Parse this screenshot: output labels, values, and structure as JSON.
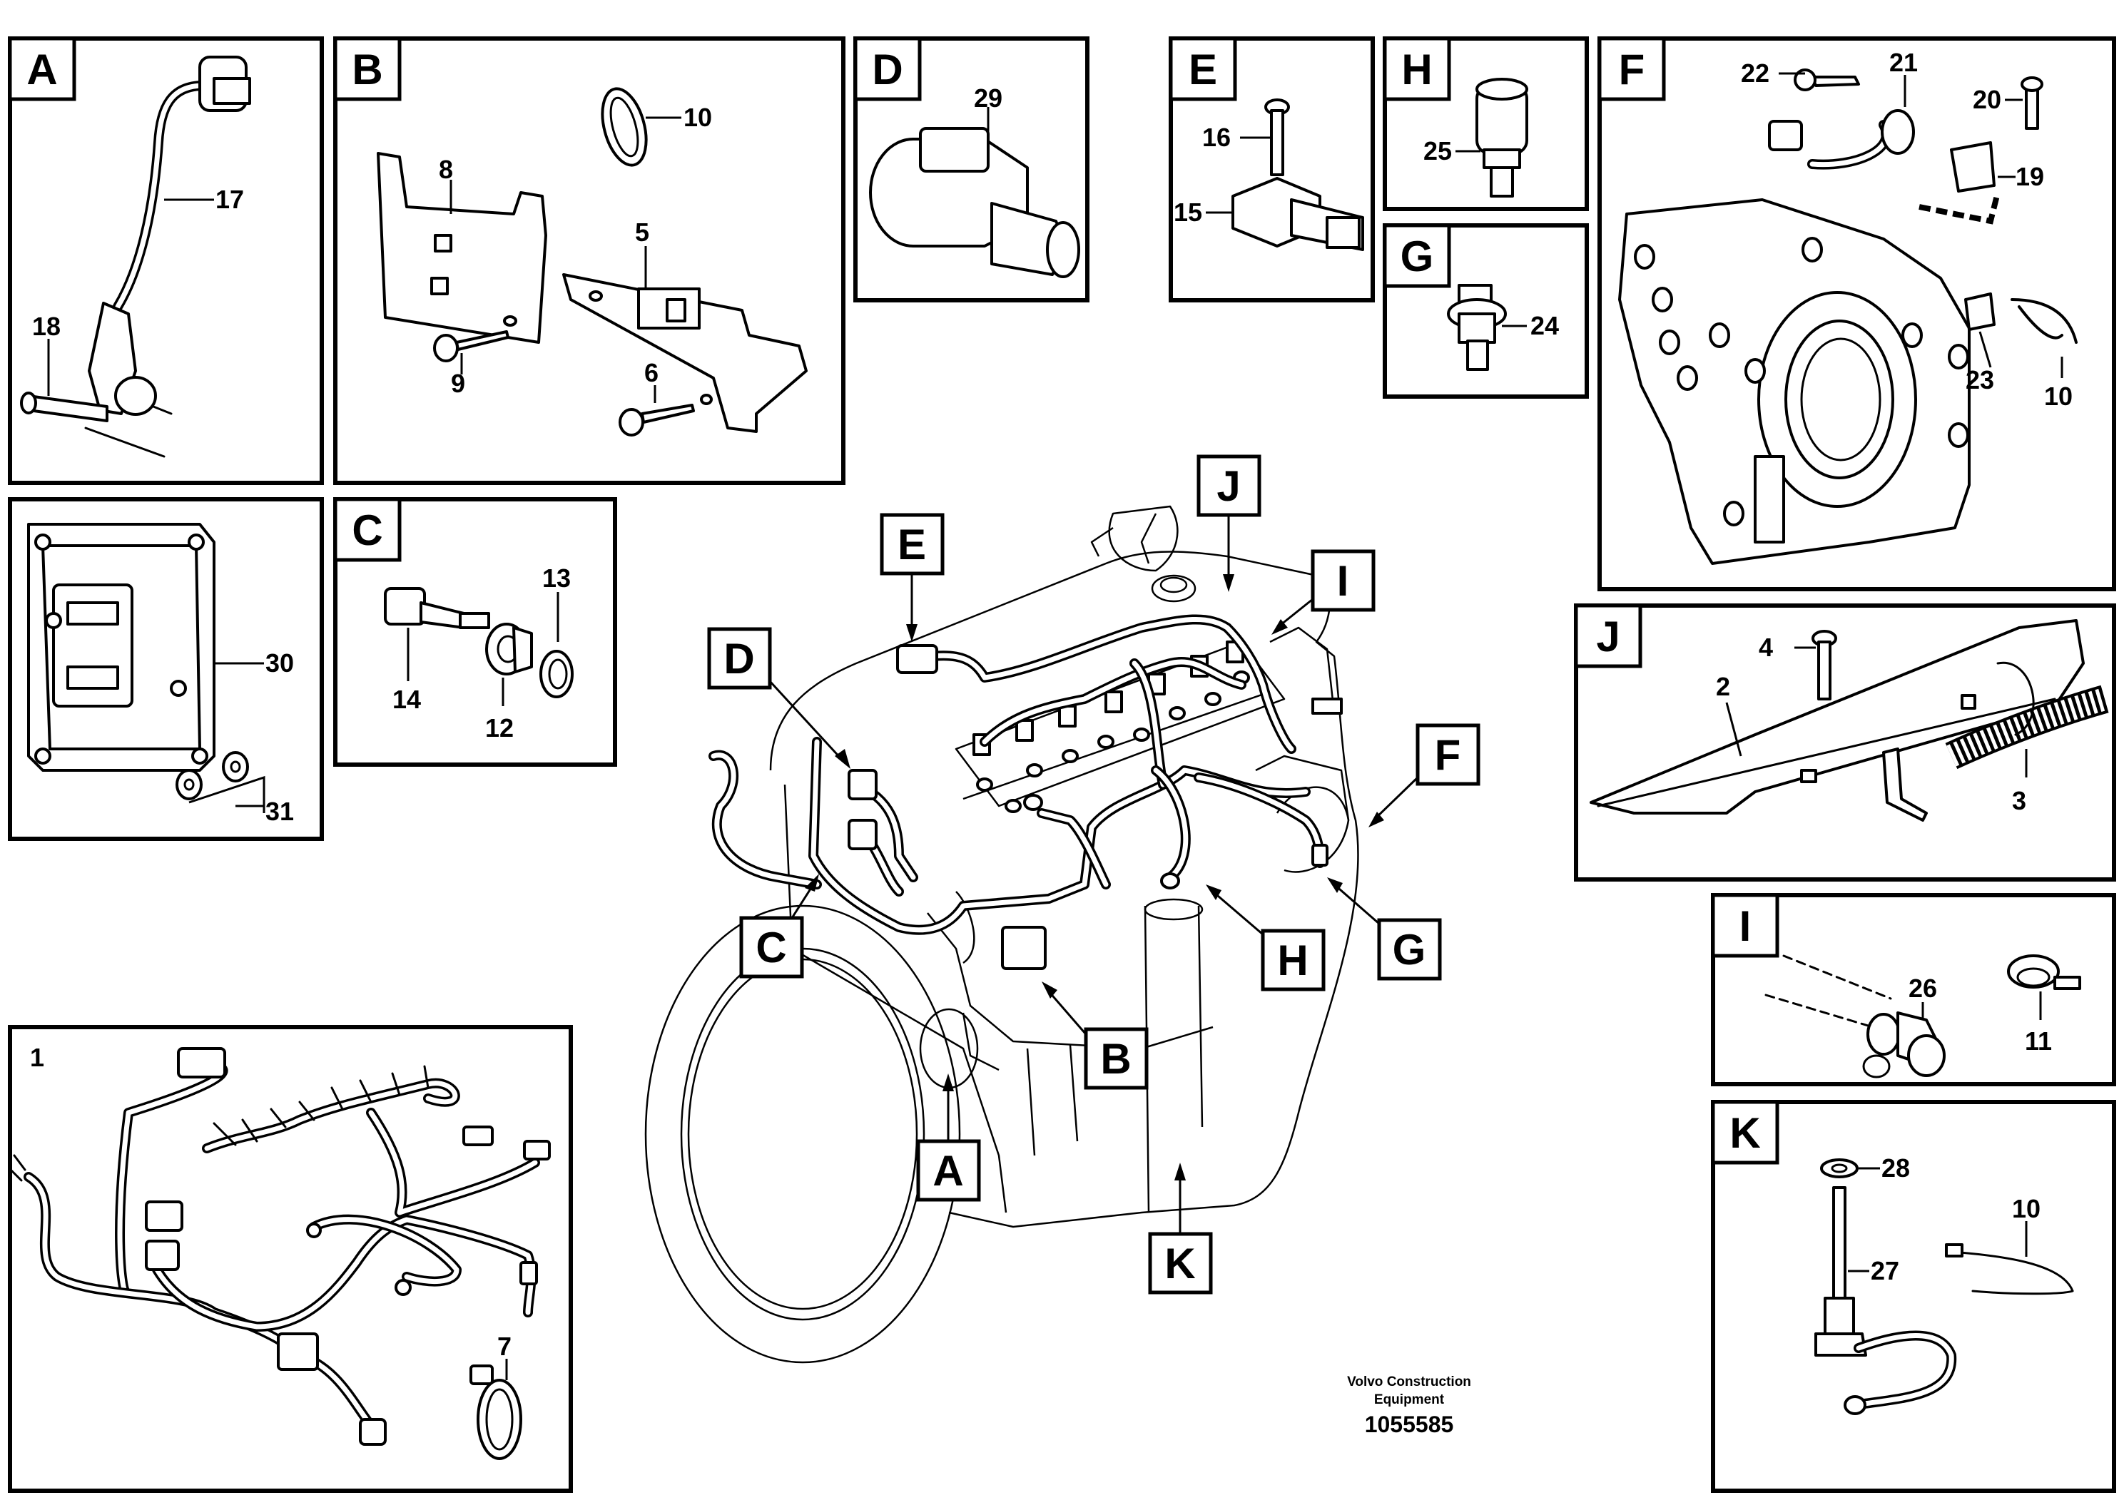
{
  "panels": {
    "A": {
      "label": "A",
      "callouts": [
        "17",
        "18"
      ]
    },
    "B": {
      "label": "B",
      "callouts": [
        "10",
        "8",
        "5",
        "9",
        "6"
      ]
    },
    "D": {
      "label": "D",
      "callouts": [
        "29"
      ]
    },
    "E": {
      "label": "E",
      "callouts": [
        "16",
        "15"
      ]
    },
    "H": {
      "label": "H",
      "callouts": [
        "25"
      ]
    },
    "G": {
      "label": "G",
      "callouts": [
        "24"
      ]
    },
    "F": {
      "label": "F",
      "callouts": [
        "22",
        "21",
        "20",
        "19",
        "23",
        "10"
      ]
    },
    "C": {
      "label": "C",
      "callouts": [
        "13",
        "14",
        "12"
      ]
    },
    "ECU": {
      "callouts": [
        "30",
        "31"
      ]
    },
    "J": {
      "label": "J",
      "callouts": [
        "4",
        "2",
        "3"
      ]
    },
    "I": {
      "label": "I",
      "callouts": [
        "26",
        "11"
      ]
    },
    "K": {
      "label": "K",
      "callouts": [
        "28",
        "10",
        "27"
      ]
    },
    "HARNESS": {
      "label": "1",
      "callouts": [
        "7"
      ]
    }
  },
  "engine_tags": [
    "E",
    "J",
    "I",
    "D",
    "F",
    "C",
    "H",
    "G",
    "B",
    "A",
    "K"
  ],
  "credit": {
    "line1": "Volvo Construction",
    "line2": "Equipment",
    "number": "1055585"
  }
}
